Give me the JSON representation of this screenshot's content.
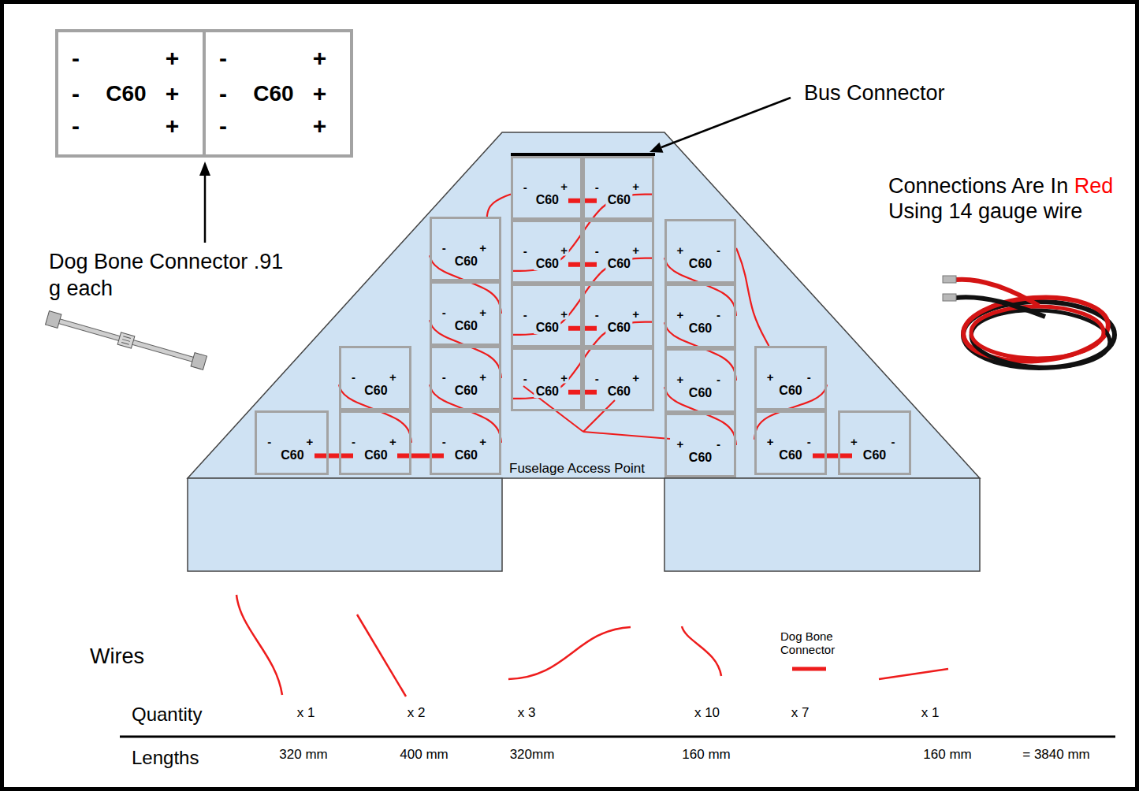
{
  "diagram": {
    "nodes": [
      {
        "text": [
          "-",
          "+",
          "-",
          "C60",
          "+",
          "-",
          "+"
        ]
      },
      {
        "text": [
          "-",
          "+",
          "-",
          "C60",
          "+",
          "-",
          "+"
        ]
      },
      {
        "text": [
          "-",
          "+",
          "C60"
        ]
      },
      {
        "text": [
          "-",
          "+",
          "C60"
        ]
      },
      {
        "text": [
          "-",
          "+",
          "C60"
        ]
      },
      {
        "text": [
          "-",
          "+",
          "C60"
        ]
      },
      {
        "text": [
          "-",
          "+",
          "C60"
        ]
      },
      {
        "text": [
          "+",
          "-",
          "C60"
        ]
      },
      {
        "text": [
          "-",
          "+",
          "C60"
        ]
      },
      {
        "text": [
          "-",
          "+",
          "C60"
        ]
      },
      {
        "text": [
          "-",
          "+",
          "C60"
        ]
      },
      {
        "text": [
          "+",
          "-",
          "C60"
        ]
      },
      {
        "text": [
          "-",
          "+",
          "C60"
        ]
      },
      {
        "text": [
          "-",
          "+",
          "C60"
        ]
      },
      {
        "text": [
          "-",
          "+",
          "C60"
        ]
      },
      {
        "text": [
          "-",
          "+",
          "C60"
        ]
      },
      {
        "text": [
          "+",
          "-",
          "C60"
        ]
      },
      {
        "text": [
          "+",
          "-",
          "C60"
        ]
      },
      {
        "text": [
          "-",
          "+",
          "C60"
        ]
      },
      {
        "text": [
          "-",
          "+",
          "C60"
        ]
      },
      {
        "text": [
          "-",
          "+",
          "C60"
        ]
      },
      {
        "text": [
          "+",
          "-",
          "C60"
        ]
      },
      {
        "text": [
          "+",
          "-",
          "C60"
        ]
      },
      {
        "text": [
          "+",
          "-",
          "C60"
        ]
      }
    ],
    "edges": [
      {
        "from": 4,
        "to": 2,
        "arrow": "none"
      },
      {
        "from": 2,
        "to": 3,
        "arrow": "none"
      },
      {
        "from": 5,
        "to": 3,
        "arrow": "none"
      },
      {
        "from": 5,
        "to": 6,
        "arrow": "none"
      },
      {
        "from": 9,
        "to": 6,
        "arrow": "none"
      },
      {
        "from": 9,
        "to": 10,
        "arrow": "none"
      },
      {
        "from": 14,
        "to": 10,
        "arrow": "none"
      },
      {
        "from": 14,
        "to": 15,
        "arrow": "none"
      },
      {
        "from": 4,
        "to": 8,
        "arrow": "none"
      },
      {
        "from": 8,
        "to": 13,
        "arrow": "none"
      },
      {
        "from": 13,
        "to": 20,
        "arrow": "none"
      },
      {
        "from": 12,
        "to": 19,
        "arrow": "none"
      },
      {
        "from": 18,
        "to": 19,
        "arrow": "none"
      },
      {
        "from": 19,
        "to": 20,
        "arrow": "none"
      },
      {
        "from": 7,
        "to": 11,
        "arrow": "none"
      },
      {
        "from": 11,
        "to": 16,
        "arrow": "none"
      },
      {
        "from": 16,
        "to": 21,
        "arrow": "none"
      },
      {
        "from": 7,
        "to": 17,
        "arrow": "none"
      },
      {
        "from": 17,
        "to": 22,
        "arrow": "none"
      },
      {
        "from": 22,
        "to": 23,
        "arrow": "none"
      }
    ],
    "labels": [
      "Bus Connector",
      "Connections Are In",
      "Red",
      "Using 14 gauge wire",
      "Dog Bone Connector .91 g each",
      "Fuselage Access Point",
      "Dog Bone Connector",
      "Wires",
      "Quantity",
      "x 1",
      "x 2",
      "x 3",
      "x 10",
      "x 7",
      "x 1",
      "Lengths",
      "320 mm",
      "400 mm",
      "320mm",
      "160 mm",
      "160 mm",
      "= 3840 mm"
    ]
  }
}
